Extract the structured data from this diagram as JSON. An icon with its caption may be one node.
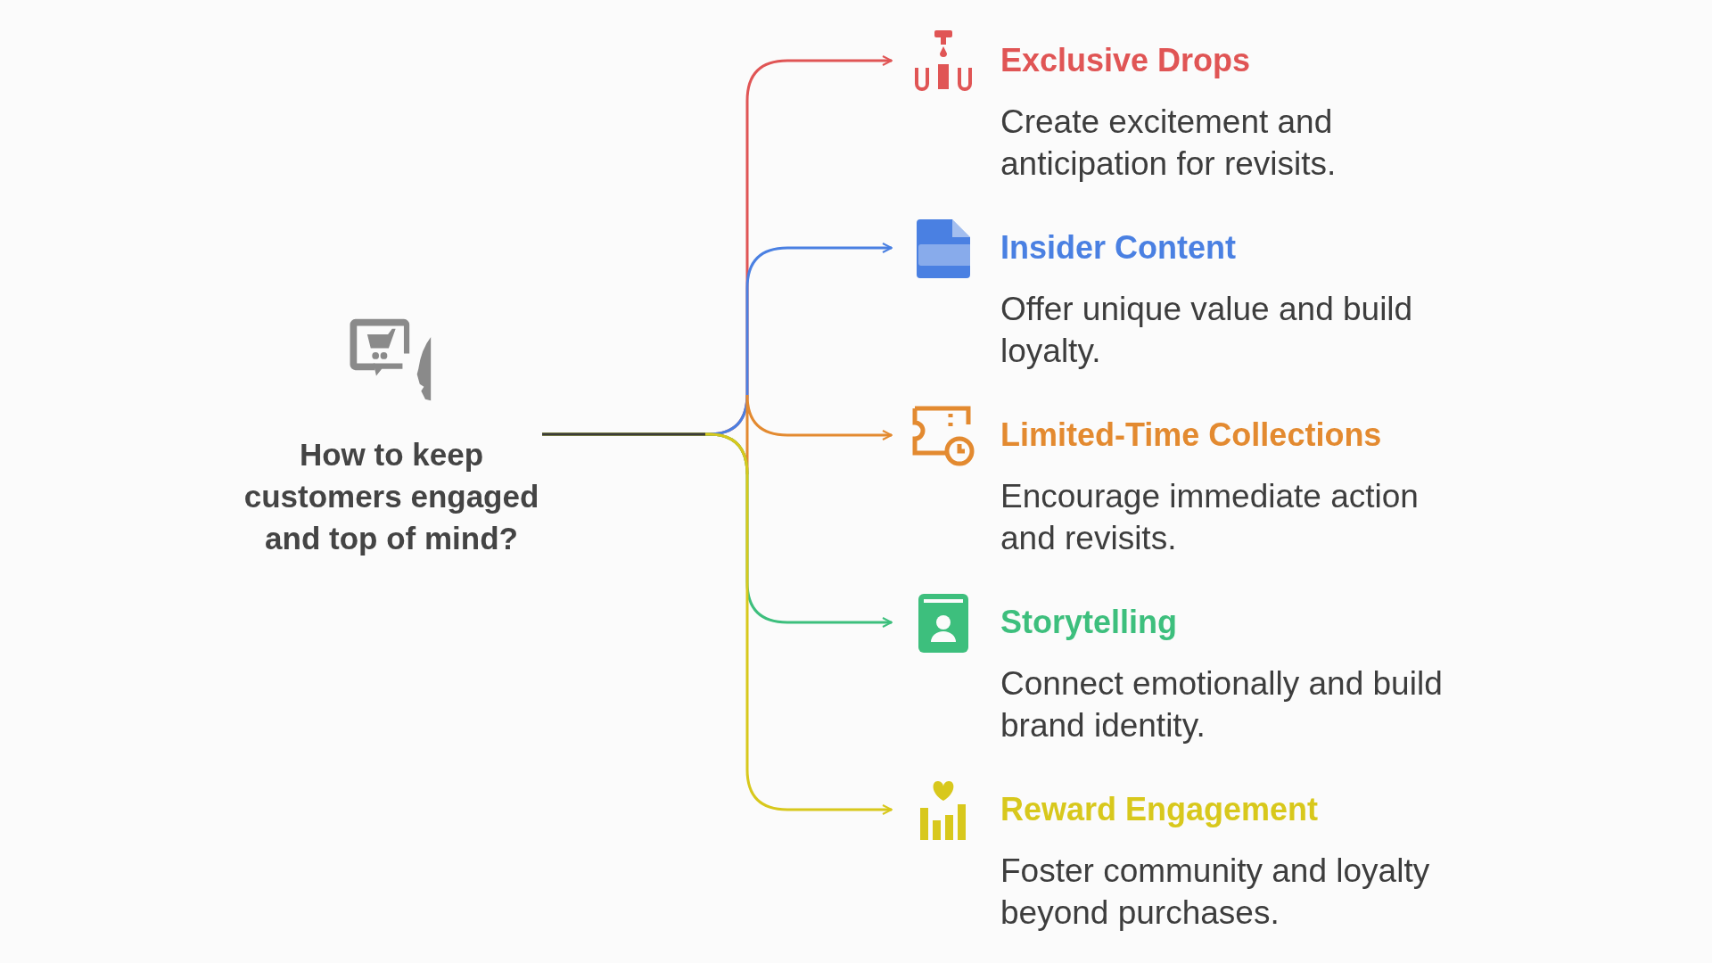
{
  "diagram": {
    "nodes": [
      {
        "text": [
          "How to keep customers engaged and top of mind?"
        ]
      },
      {
        "text": [
          "Exclusive Drops",
          "Create excitement and anticipation for revisits."
        ]
      },
      {
        "text": [
          "Insider Content",
          "Offer unique value and build loyalty."
        ]
      },
      {
        "text": [
          "Limited-Time Collections",
          "Encourage immediate action and revisits."
        ]
      },
      {
        "text": [
          "Storytelling",
          "Connect emotionally and build brand identity."
        ]
      },
      {
        "text": [
          "Reward Engagement",
          "Foster community and loyalty beyond purchases."
        ]
      }
    ],
    "edges": [
      {
        "from": 0,
        "to": 1,
        "arrow": "to",
        "color": "#e05555"
      },
      {
        "from": 0,
        "to": 2,
        "arrow": "to",
        "color": "#4a80e2"
      },
      {
        "from": 0,
        "to": 3,
        "arrow": "to",
        "color": "#e38a30"
      },
      {
        "from": 0,
        "to": 4,
        "arrow": "to",
        "color": "#3dbf7d"
      },
      {
        "from": 0,
        "to": 5,
        "arrow": "to",
        "color": "#d8c81c"
      }
    ]
  }
}
